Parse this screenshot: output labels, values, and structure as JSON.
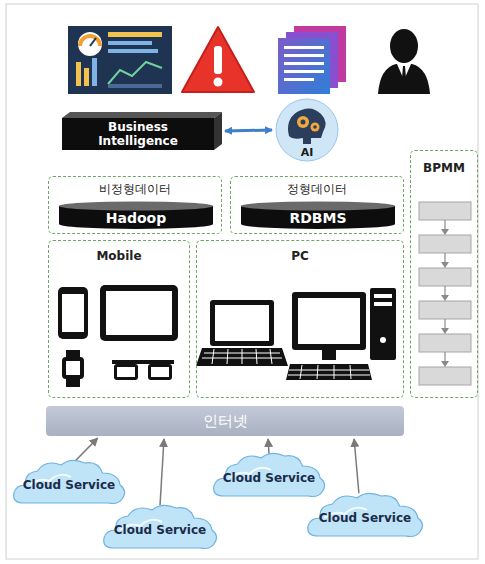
{
  "diagram": {
    "nodes": [
      {
        "text": [
          "Business Intelligence"
        ]
      },
      {
        "text": [
          "AI"
        ]
      },
      {
        "text": [
          "비정형데이터"
        ]
      },
      {
        "text": [
          "Hadoop"
        ],
        "in": 2
      },
      {
        "text": [
          "정형데이터"
        ]
      },
      {
        "text": [
          "RDBMS"
        ],
        "in": 4
      },
      {
        "text": [
          "BPMM"
        ]
      },
      {
        "text": [
          "Mobile"
        ]
      },
      {
        "text": [
          "PC"
        ]
      },
      {
        "text": [
          "인터넷"
        ]
      },
      {
        "text": [
          "Cloud Service"
        ]
      },
      {
        "text": [
          "Cloud Service"
        ]
      },
      {
        "text": [
          "Cloud Service"
        ]
      },
      {
        "text": [
          "Cloud Service"
        ]
      }
    ],
    "edges": [
      {
        "from": 0,
        "to": 1,
        "arrow": "both"
      },
      {
        "from": 10,
        "to": 9,
        "arrow": "to"
      },
      {
        "from": 11,
        "to": 9,
        "arrow": "to"
      },
      {
        "from": 12,
        "to": 9,
        "arrow": "to"
      },
      {
        "from": 13,
        "to": 9,
        "arrow": "to"
      }
    ]
  }
}
